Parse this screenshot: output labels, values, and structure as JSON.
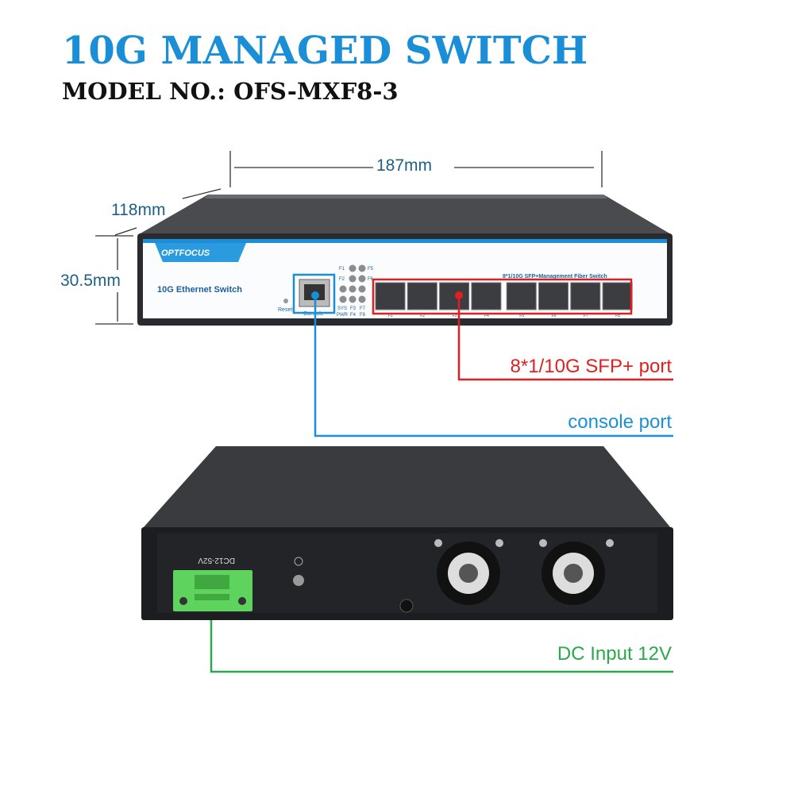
{
  "header": {
    "title": "10G MANAGED SWITCH",
    "model": "MODEL NO.: OFS-MXF8-3"
  },
  "dimensions": {
    "width": "187mm",
    "depth": "118mm",
    "height": "30.5mm"
  },
  "front_panel": {
    "brand": "OPTFOCUS",
    "product_name": "10G Ethernet Switch",
    "panel_title": "8*1/10G SFP+Management Fiber Switch",
    "reset_label": "Reset",
    "console_label": "Console",
    "led_labels": [
      "F1",
      "F5",
      "F2",
      "F6",
      "SYS",
      "F3",
      "F7",
      "PWR",
      "F4",
      "F8"
    ],
    "port_labels": [
      "F1",
      "F2",
      "F3",
      "F4",
      "F5",
      "F6",
      "F7",
      "F8"
    ]
  },
  "rear_panel": {
    "power_label": "DC12-52V"
  },
  "callouts": [
    {
      "label": "8*1/10G SFP+ port",
      "color": "#e02020"
    },
    {
      "label": "console port",
      "color": "#1a8fd8"
    },
    {
      "label": "DC Input 12V",
      "color": "#2aa84a"
    }
  ]
}
